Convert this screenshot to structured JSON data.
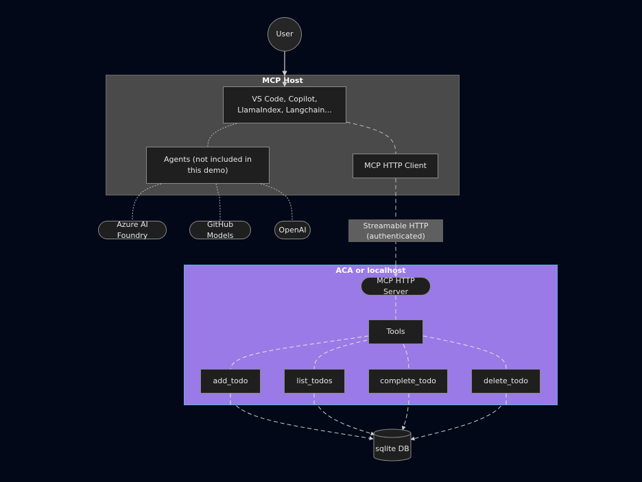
{
  "nodes": {
    "user": "User",
    "vscode": "VS Code, Copilot,\nLlamaIndex, Langchain...",
    "agents": "Agents (not included in\nthis demo)",
    "mcp_client": "MCP HTTP Client",
    "azure": "Azure AI Foundry",
    "github": "GitHub Models",
    "openai": "OpenAI",
    "mcp_server": "MCP HTTP Server",
    "tools": "Tools",
    "add_todo": "add_todo",
    "list_todos": "list_todos",
    "complete_todo": "complete_todo",
    "delete_todo": "delete_todo",
    "sqlite": "sqlite DB"
  },
  "clusters": {
    "host": "MCP Host",
    "aca": "ACA or localhost"
  },
  "edge_labels": {
    "streamable": "Streamable HTTP\n(authenticated)"
  },
  "colors": {
    "background": "#020817",
    "host_cluster": "#4a4a4a",
    "aca_cluster": "#9a7ae6",
    "aca_border": "#5fb0e8",
    "node_fill": "#1f1f1f",
    "edge": "#bbbbbb"
  }
}
